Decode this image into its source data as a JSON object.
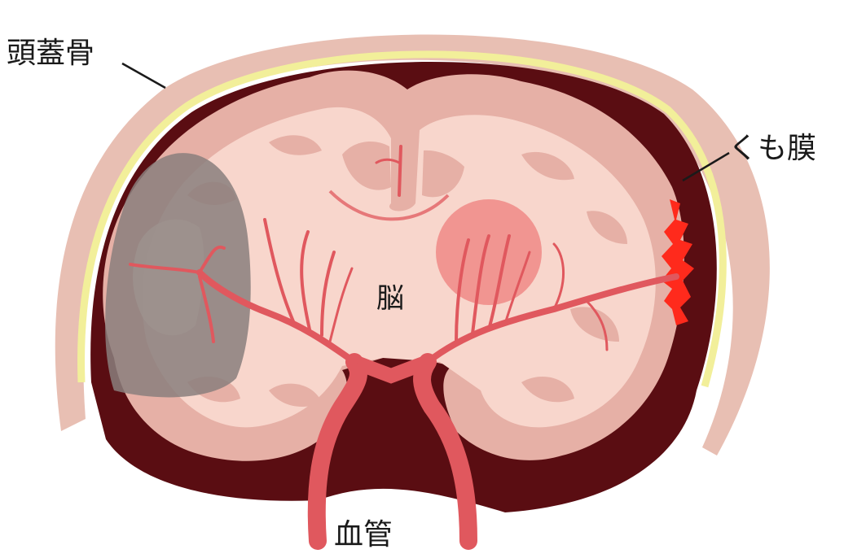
{
  "labels": {
    "skull": "頭蓋骨",
    "arachnoid": "くも膜",
    "brain": "脳",
    "vessel": "血管"
  },
  "colors": {
    "skull": "#e8bfb3",
    "dura_line": "#f2ef9a",
    "cavity": "#5a0d12",
    "brain_outer": "#e6b0a6",
    "brain_inner": "#f8d6cc",
    "vessel": "#e0585e",
    "lesion_gray": "#8a7f7c",
    "lesion_pink": "#f08a86",
    "bleed": "#ff2a1c"
  }
}
